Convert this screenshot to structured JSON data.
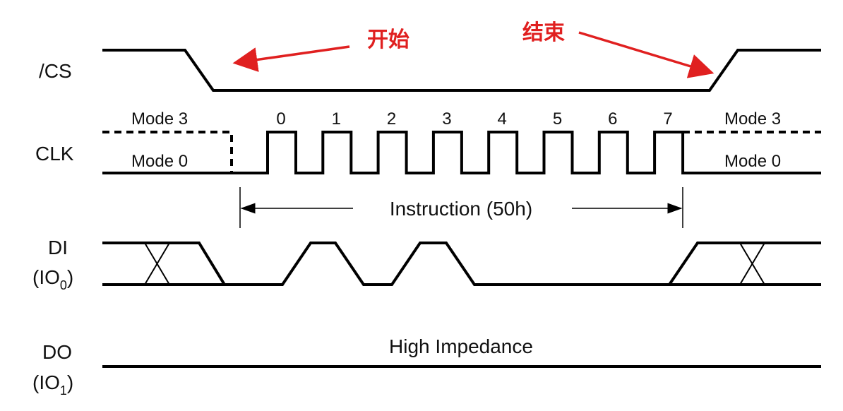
{
  "signals": {
    "cs": "/CS",
    "clk": "CLK",
    "di": "DI",
    "di_io": "(IO",
    "di_sub": "0",
    "do": "DO",
    "do_io": "(IO",
    "do_sub": "1",
    "close_paren": ")"
  },
  "annotations": {
    "start": "开始",
    "end": "结束"
  },
  "clk_labels": {
    "mode3_left": "Mode 3",
    "mode0_left": "Mode 0",
    "mode3_right": "Mode 3",
    "mode0_right": "Mode 0"
  },
  "clk_edges": [
    "0",
    "1",
    "2",
    "3",
    "4",
    "5",
    "6",
    "7"
  ],
  "instruction": "Instruction (50h)",
  "do_state": "High Impedance",
  "colors": {
    "annotation": "#e02020",
    "signal": "#000000"
  }
}
